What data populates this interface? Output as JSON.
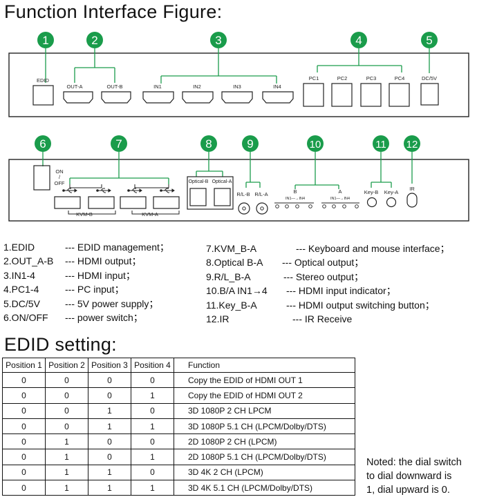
{
  "titles": {
    "function_figure": "Function Interface Figure:",
    "edid_setting": "EDID setting:"
  },
  "badges": [
    "1",
    "2",
    "3",
    "4",
    "5",
    "6",
    "7",
    "8",
    "9",
    "10",
    "11",
    "12"
  ],
  "badge_color": "#1a9c4b",
  "front_panel": {
    "edid": "EDID",
    "out_a": "OUT-A",
    "out_b": "OUT-B",
    "in1": "IN1",
    "in2": "IN2",
    "in3": "IN3",
    "in4": "IN4",
    "pc1": "PC1",
    "pc2": "PC2",
    "pc3": "PC3",
    "pc4": "PC4",
    "dc5v": "DC/5V"
  },
  "rear_panel": {
    "on": "ON",
    "slash": "/",
    "off": "OFF",
    "kvm_b": "KVM-B",
    "kvm_a": "KVM-A",
    "optical_b": "Optical-B",
    "optical_a": "Optical-A",
    "rl_b": "R/L-B",
    "rl_a": "R/L-A",
    "ind_b": "B",
    "ind_a": "A",
    "ind_range_b": "IN1—→IN4",
    "ind_range_a": "IN1—→IN4",
    "key_b": "Key-B",
    "key_a": "Key-A",
    "ir": "IR"
  },
  "descriptions_left": [
    {
      "item": "1.EDID",
      "text": "---  EDID management；"
    },
    {
      "item": "2.OUT_A-B",
      "text": "---  HDMI output；"
    },
    {
      "item": "3.IN1-4",
      "text": "---   HDMI input；"
    },
    {
      "item": "4.PC1-4",
      "text": "---  PC input；"
    },
    {
      "item": "5.DC/5V",
      "text": "---  5V power supply；"
    },
    {
      "item": "6.ON/OFF",
      "text": "---  power switch；"
    }
  ],
  "descriptions_right": [
    {
      "item": "7.KVM_B-A",
      "text": "---  Keyboard and mouse interface；"
    },
    {
      "item": "8.Optical B-A",
      "text": "---  Optical output；"
    },
    {
      "item": "9.R/L_B-A",
      "text": "---  Stereo output；"
    },
    {
      "item": "10.B/A IN1→4",
      "text": "---  HDMI input indicator；"
    },
    {
      "item": "11.Key_B-A",
      "text": "---  HDMI output switching button；"
    },
    {
      "item": "12.IR",
      "text": "---  IR Receive"
    }
  ],
  "edid_table": {
    "headers": [
      "Position 1",
      "Position 2",
      "Position 3",
      "Position 4",
      "Function"
    ],
    "rows": [
      [
        "0",
        "0",
        "0",
        "0",
        "Copy the EDID of HDMI OUT 1"
      ],
      [
        "0",
        "0",
        "0",
        "1",
        "Copy the EDID of HDMI OUT 2"
      ],
      [
        "0",
        "0",
        "1",
        "0",
        "3D 1080P 2 CH LPCM"
      ],
      [
        "0",
        "0",
        "1",
        "1",
        "3D 1080P 5.1 CH (LPCM/Dolby/DTS)"
      ],
      [
        "0",
        "1",
        "0",
        "0",
        "2D 1080P 2 CH (LPCM)"
      ],
      [
        "0",
        "1",
        "0",
        "1",
        "2D 1080P 5.1 CH (LPCM/Dolby/DTS)"
      ],
      [
        "0",
        "1",
        "1",
        "0",
        "3D 4K 2 CH (LPCM)"
      ],
      [
        "0",
        "1",
        "1",
        "1",
        "3D 4K 5.1 CH (LPCM/Dolby/DTS)"
      ]
    ]
  },
  "note_lines": [
    "Noted: the dial switch",
    "to dial downward is",
    "1, dial upward is 0."
  ]
}
